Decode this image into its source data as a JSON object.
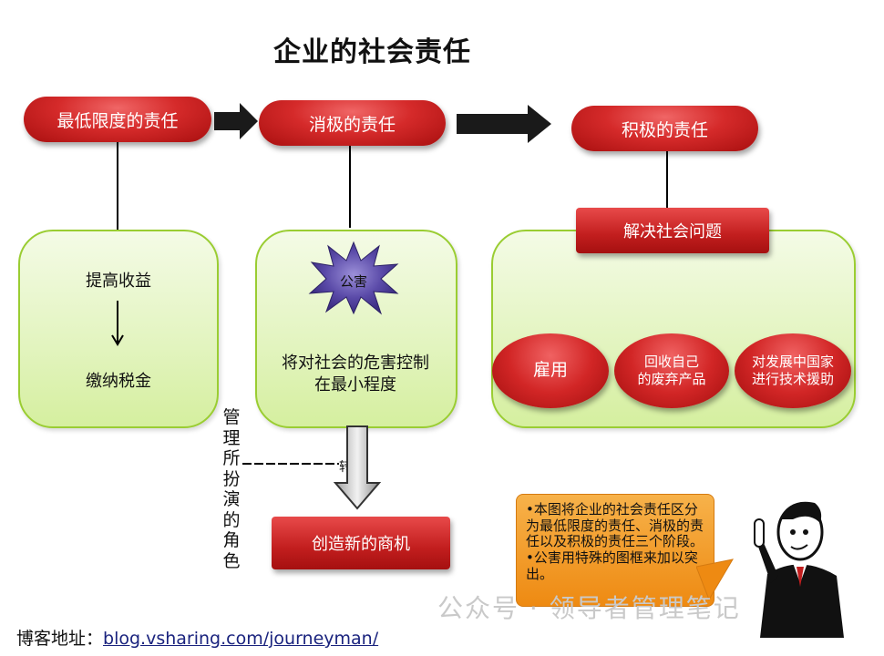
{
  "title": "企业的社会责任",
  "stages": {
    "minimum": "最低限度的责任",
    "passive": "消极的责任",
    "active": "积极的责任"
  },
  "left_box": {
    "top": "提高收益",
    "bottom": "缴纳税金"
  },
  "middle_box": {
    "burst": "公害",
    "text_line1": "将对社会的危害控制",
    "text_line2": "在最小程度"
  },
  "right_box": {
    "header": "解决社会问题",
    "ovals": [
      "雇用",
      "回收自己\n的废弃产品",
      "对发展中国家\n进行技术援助"
    ]
  },
  "side_vertical": "管理所扮演的角色",
  "transform_label": "转换",
  "new_opportunity": "创造新的商机",
  "note": "•本图将企业的社会责任区分为最低限度的责任、消极的责任以及积极的责任三个阶段。\n•公害用特殊的图框来加以突出。",
  "footer": {
    "label": "博客地址：",
    "url": "blog.vsharing.com/journeyman/"
  },
  "watermark": "公众号 · 领导者管理笔记"
}
